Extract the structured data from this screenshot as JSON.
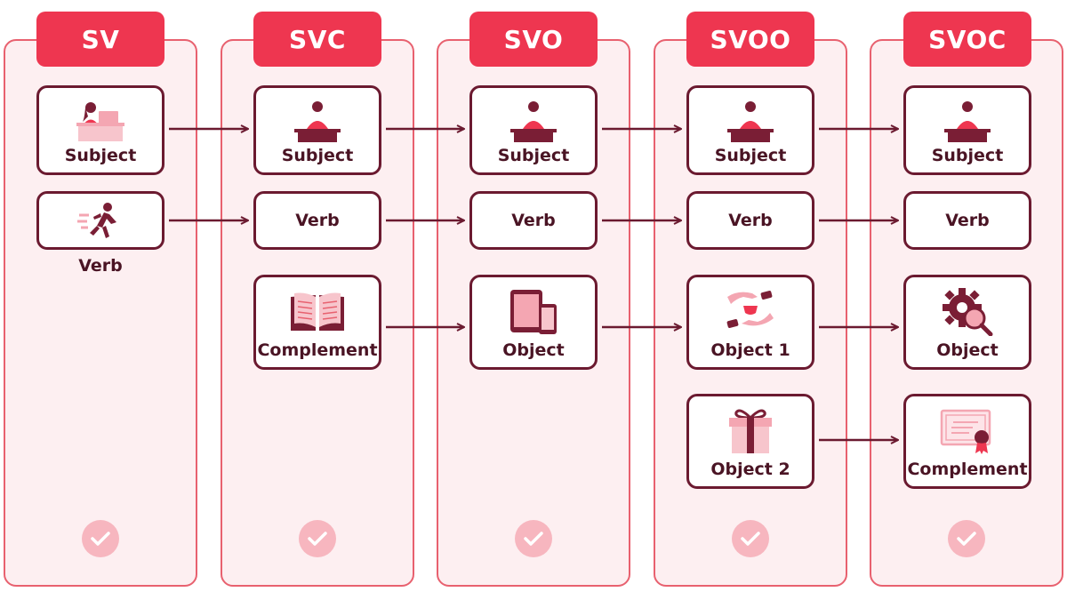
{
  "colors": {
    "accent": "#ee3650",
    "panel_bg": "#fdeff1",
    "panel_border": "#e8616f",
    "node_border": "#6b1a30",
    "text": "#4a1424",
    "check_bg": "#f7b6bf"
  },
  "columns": [
    {
      "title": "SV",
      "subject": "Subject",
      "verb": "Verb"
    },
    {
      "title": "SVC",
      "subject": "Subject",
      "verb": "Verb",
      "third": "Complement"
    },
    {
      "title": "SVO",
      "subject": "Subject",
      "verb": "Verb",
      "third": "Object"
    },
    {
      "title": "SVOO",
      "subject": "Subject",
      "verb": "Verb",
      "third": "Object 1",
      "fourth": "Object 2"
    },
    {
      "title": "SVOC",
      "subject": "Subject",
      "verb": "Verb",
      "third": "Object",
      "fourth": "Complement"
    }
  ],
  "icons": {
    "subject_first": "person-at-laptop-icon",
    "subject": "person-at-desk-icon",
    "verb": "running-person-icon",
    "complement": "open-book-icon",
    "object": "tablet-phone-icon",
    "object1": "handing-over-icon",
    "object2": "gift-box-icon",
    "object_svoc": "gear-magnifier-icon",
    "complement_svoc": "certificate-icon",
    "check": "check-circle-icon"
  }
}
